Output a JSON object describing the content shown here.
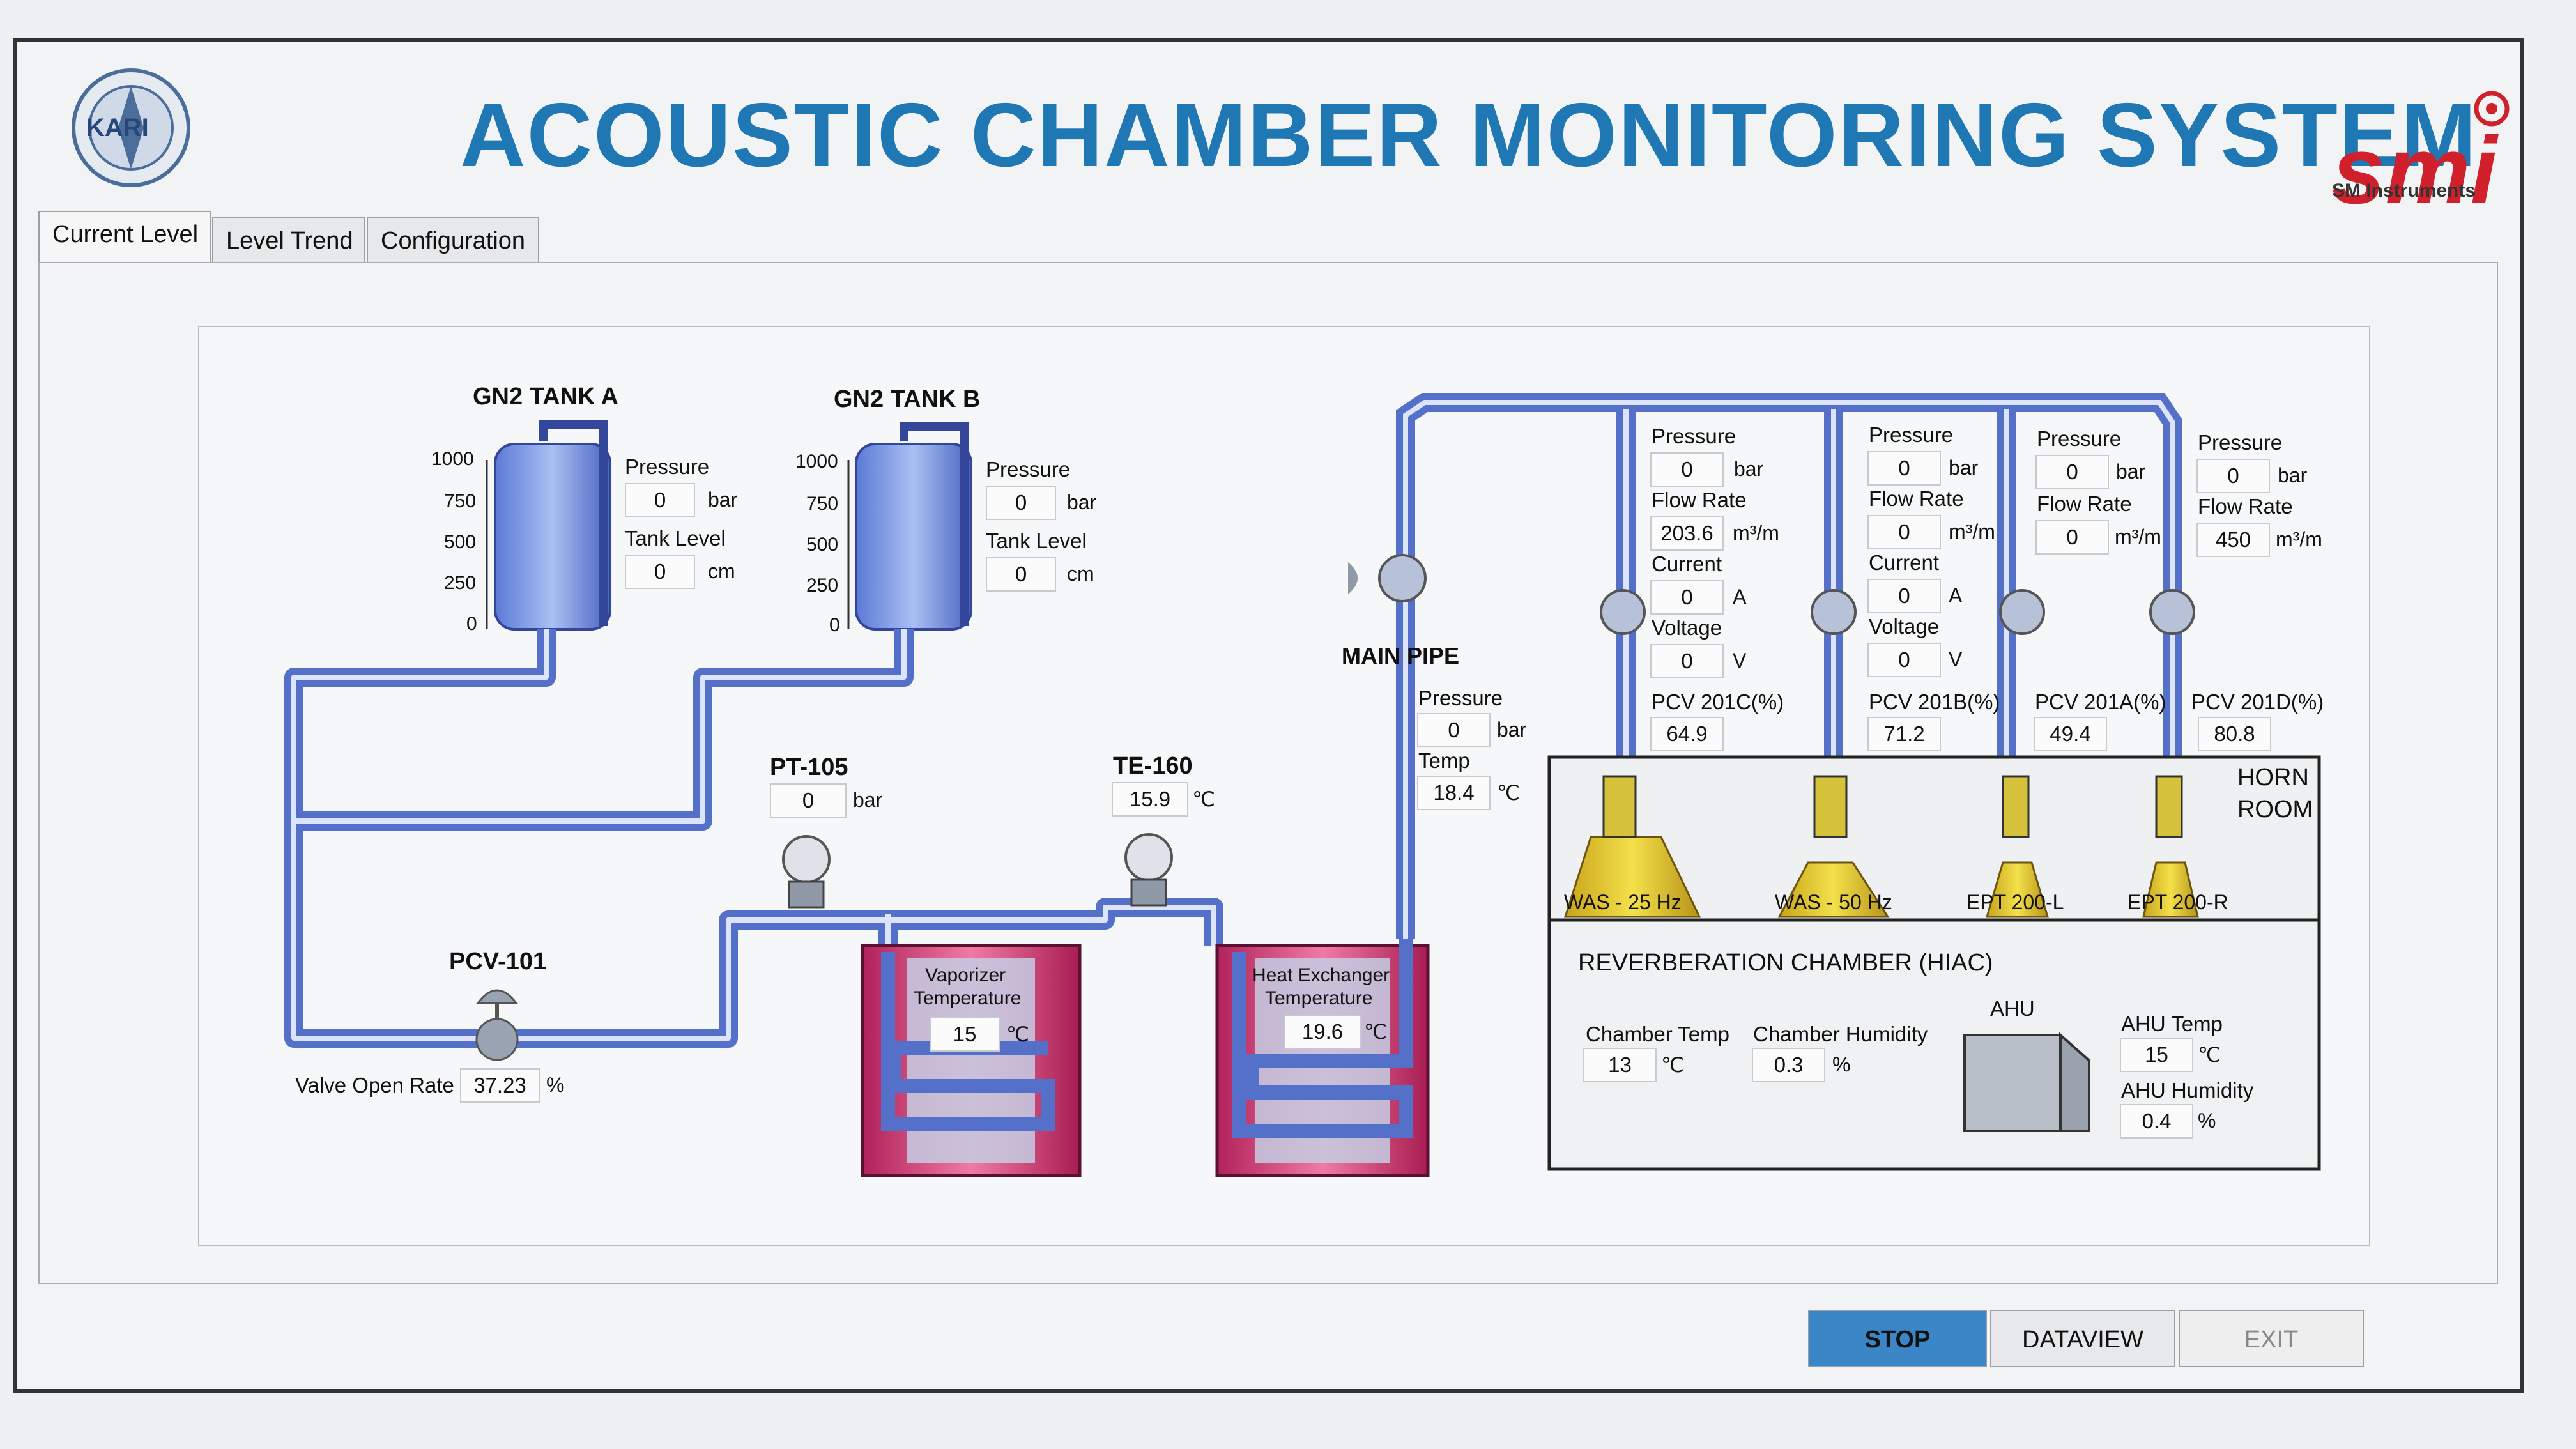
{
  "title": "ACOUSTIC CHAMBER MONITORING SYSTEM",
  "logo_left_text": "KARI",
  "brand": {
    "name": "smi",
    "sub": "SM Instruments"
  },
  "tabs": [
    {
      "label": "Current Level",
      "active": true
    },
    {
      "label": "Level Trend",
      "active": false
    },
    {
      "label": "Configuration",
      "active": false
    }
  ],
  "tankA": {
    "title": "GN2 TANK A",
    "scale": [
      "1000",
      "750",
      "500",
      "250",
      "0"
    ],
    "pressure_label": "Pressure",
    "pressure": "0",
    "pressure_unit": "bar",
    "level_label": "Tank Level",
    "level": "0",
    "level_unit": "cm"
  },
  "tankB": {
    "title": "GN2 TANK B",
    "scale": [
      "1000",
      "750",
      "500",
      "250",
      "0"
    ],
    "pressure_label": "Pressure",
    "pressure": "0",
    "pressure_unit": "bar",
    "level_label": "Tank Level",
    "level": "0",
    "level_unit": "cm"
  },
  "pt105": {
    "title": "PT-105",
    "value": "0",
    "unit": "bar"
  },
  "te160": {
    "title": "TE-160",
    "value": "15.9",
    "unit": "℃"
  },
  "pcv101": {
    "title": "PCV-101",
    "label": "Valve Open Rate",
    "value": "37.23",
    "unit": "%"
  },
  "vaporizer": {
    "label1": "Vaporizer",
    "label2": "Temperature",
    "value": "15",
    "unit": "℃"
  },
  "heatex": {
    "label1": "Heat Exchanger",
    "label2": "Temperature",
    "value": "19.6",
    "unit": "℃"
  },
  "main_pipe": {
    "title": "MAIN PIPE",
    "pressure_label": "Pressure",
    "pressure": "0",
    "pressure_unit": "bar",
    "temp_label": "Temp",
    "temp": "18.4",
    "temp_unit": "℃"
  },
  "branch_c": {
    "pressure_label": "Pressure",
    "pressure": "0",
    "pressure_unit": "bar",
    "flow_label": "Flow Rate",
    "flow": "203.6",
    "flow_unit": "m³/m",
    "current_label": "Current",
    "current": "0",
    "current_unit": "A",
    "voltage_label": "Voltage",
    "voltage": "0",
    "voltage_unit": "V",
    "pcv_label": "PCV 201C(%)",
    "pcv": "64.9",
    "horn": "WAS - 25 Hz"
  },
  "branch_b": {
    "pressure_label": "Pressure",
    "pressure": "0",
    "pressure_unit": "bar",
    "flow_label": "Flow Rate",
    "flow": "0",
    "flow_unit": "m³/m",
    "current_label": "Current",
    "current": "0",
    "current_unit": "A",
    "voltage_label": "Voltage",
    "voltage": "0",
    "voltage_unit": "V",
    "pcv_label": "PCV 201B(%)",
    "pcv": "71.2",
    "horn": "WAS - 50 Hz"
  },
  "branch_a": {
    "pressure_label": "Pressure",
    "pressure": "0",
    "pressure_unit": "bar",
    "flow_label": "Flow Rate",
    "flow": "0",
    "flow_unit": "m³/m",
    "pcv_label": "PCV 201A(%)",
    "pcv": "49.4",
    "horn": "EPT 200-L"
  },
  "branch_d": {
    "pressure_label": "Pressure",
    "pressure": "0",
    "pressure_unit": "bar",
    "flow_label": "Flow Rate",
    "flow": "450",
    "flow_unit": "m³/m",
    "pcv_label": "PCV 201D(%)",
    "pcv": "80.8",
    "horn": "EPT 200-R"
  },
  "horn_room": {
    "line1": "HORN",
    "line2": "ROOM"
  },
  "reverb": {
    "title": "REVERBERATION CHAMBER (HIAC)",
    "chamber_temp_label": "Chamber Temp",
    "chamber_temp": "13",
    "chamber_temp_unit": "℃",
    "chamber_hum_label": "Chamber Humidity",
    "chamber_hum": "0.3",
    "chamber_hum_unit": "%",
    "ahu_label": "AHU",
    "ahu_temp_label": "AHU Temp",
    "ahu_temp": "15",
    "ahu_temp_unit": "℃",
    "ahu_hum_label": "AHU Humidity",
    "ahu_hum": "0.4",
    "ahu_hum_unit": "%"
  },
  "buttons": {
    "stop": "STOP",
    "dataview": "DATAVIEW",
    "exit": "EXIT"
  }
}
